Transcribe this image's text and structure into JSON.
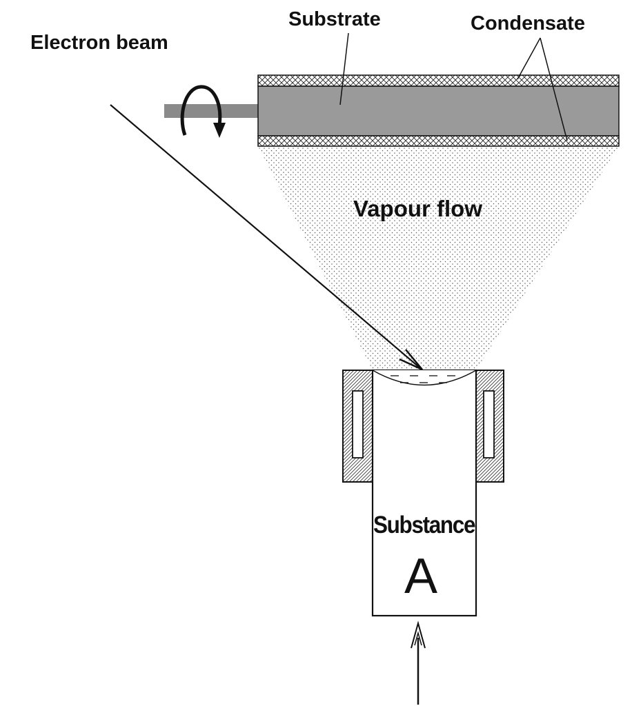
{
  "labels": {
    "electron_beam": "Electron beam",
    "substrate": "Substrate",
    "condensate": "Condensate",
    "vapour_flow": "Vapour flow",
    "substance": "Substance",
    "substance_letter": "A"
  },
  "colors": {
    "substrate_fill": "#9a9a9a",
    "shaft_fill": "#8a8a8a",
    "line": "#111111",
    "vapour_dots": "#555555",
    "background": "#ffffff"
  },
  "icons": {
    "rotation": "curved-arrow-icon",
    "feed": "up-arrow-icon",
    "beam": "diagonal-arrow-icon"
  }
}
